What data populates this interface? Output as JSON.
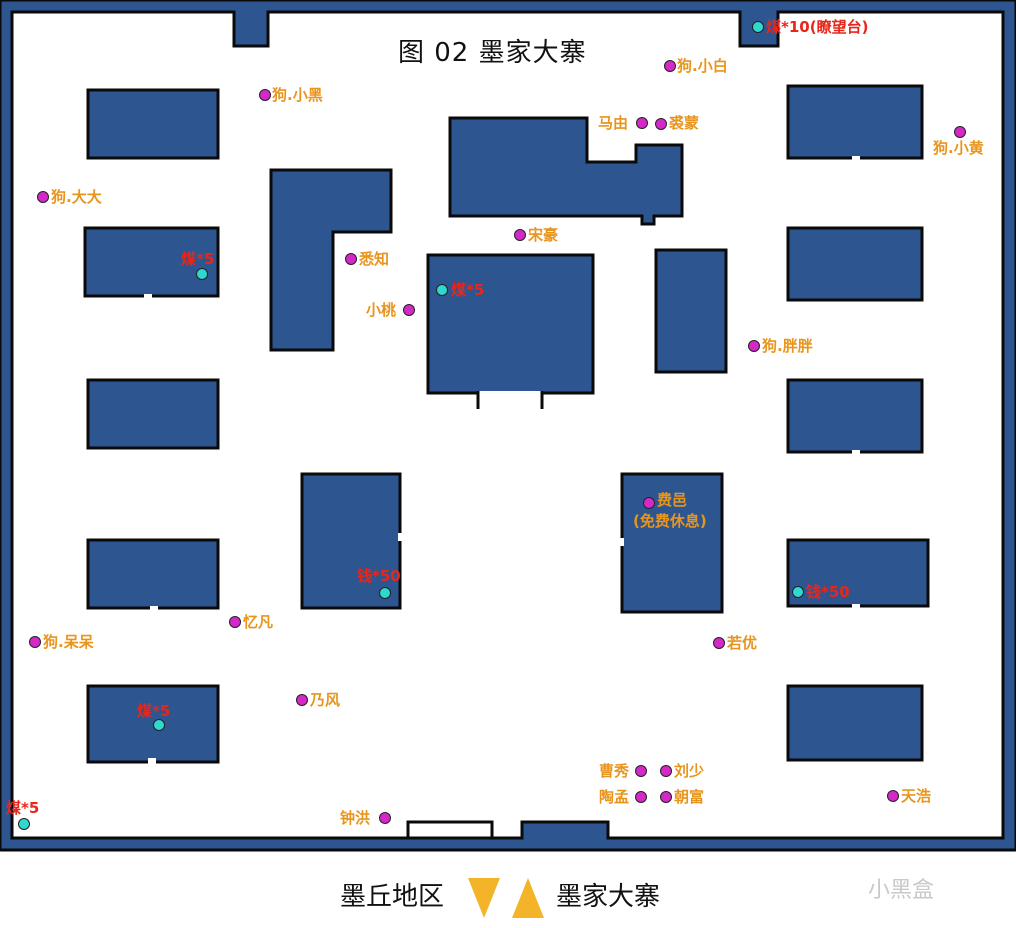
{
  "map": {
    "title": "图 02  墨家大寨",
    "colors": {
      "building": "#2d5590",
      "outline": "#0a0a0a",
      "npc_label": "#e8951e",
      "item_label": "#e8261a",
      "npc_dot": "#d528c8",
      "item_dot": "#2fd9d0"
    },
    "npcs": [
      "狗.小白",
      "狗.小黑",
      "马由",
      "裘蒙",
      "狗.小黄",
      "狗.大大",
      "宋豪",
      "悉知",
      "小桃",
      "狗.胖胖",
      "费邑",
      "(免费休息)",
      "狗.呆呆",
      "忆凡",
      "若优",
      "乃风",
      "曹秀",
      "刘少",
      "陶孟",
      "朝富",
      "天浩",
      "钟洪"
    ],
    "items": [
      "煤*10(瞭望台)",
      "煤*5",
      "煤*5",
      "钱*50",
      "钱*50",
      "煤*5",
      "煤*5"
    ],
    "exit": {
      "left_label": "墨丘地区",
      "right_label": "墨家大寨"
    },
    "watermark": "小黑盒"
  }
}
